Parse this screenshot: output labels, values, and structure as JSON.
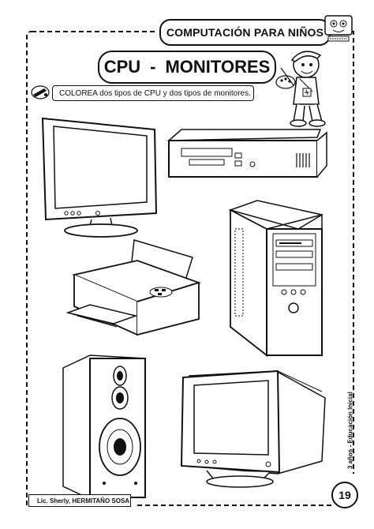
{
  "header": {
    "banner_text": "COMPUTACIÓN PARA NIÑOS"
  },
  "title": {
    "left": "CPU",
    "dash": "-",
    "right": "MONITORES"
  },
  "instruction": {
    "text": "COLOREA dos tipos de CPU y dos tipos de monitores."
  },
  "sidebar": {
    "vertical_text": "3 años - Educación Inicial"
  },
  "footer": {
    "credit": "Lic. Sherly, HERMITAÑO SOSA",
    "page_number": "19"
  },
  "illustrations": [
    "flat-monitor",
    "desktop-cpu",
    "tower-cpu",
    "printer",
    "speaker",
    "crt-monitor",
    "painter-boy",
    "mascot-computer"
  ]
}
